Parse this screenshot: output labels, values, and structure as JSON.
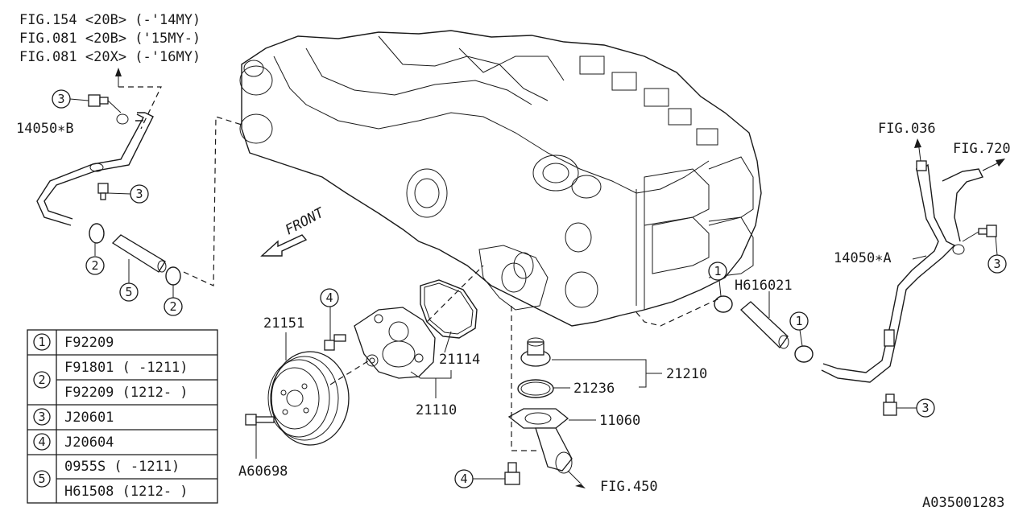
{
  "references": {
    "fig154": "FIG.154 <20B> (-'14MY)",
    "fig081a": "FIG.081 <20B> ('15MY-)",
    "fig081b": "FIG.081 <20X> (-'16MY)",
    "fig036": "FIG.036",
    "fig720": "FIG.720",
    "fig450": "FIG.450"
  },
  "front_label": "FRONT",
  "callouts": {
    "c1": "1",
    "c2": "2",
    "c3": "3",
    "c4": "4",
    "c5": "5"
  },
  "part_numbers": {
    "p14050b": "14050∗B",
    "p14050a": "14050∗A",
    "h616021": "H616021",
    "p21151": "21151",
    "p21114": "21114",
    "p21110": "21110",
    "p21236": "21236",
    "p21210": "21210",
    "p11060": "11060",
    "a60698": "A60698"
  },
  "legend": [
    {
      "num": "1",
      "rows": [
        "F92209"
      ]
    },
    {
      "num": "2",
      "rows": [
        "F91801 ( -1211)",
        "F92209 (1212- )"
      ]
    },
    {
      "num": "3",
      "rows": [
        "J20601"
      ]
    },
    {
      "num": "4",
      "rows": [
        "J20604"
      ]
    },
    {
      "num": "5",
      "rows": [
        "0955S ( -1211)",
        "H61508 (1212- )"
      ]
    }
  ],
  "diagram_id": "A035001283"
}
